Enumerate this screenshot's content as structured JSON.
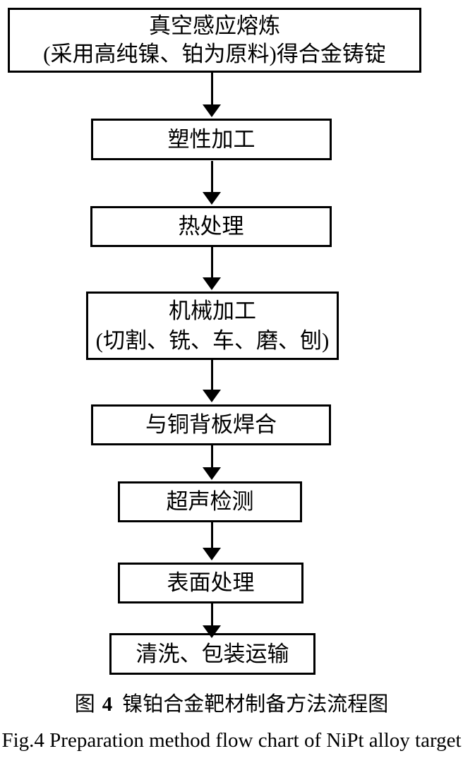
{
  "flowchart": {
    "steps": [
      {
        "lines": [
          "真空感应熔炼",
          "(采用高纯镍、铂为原料)得合金铸锭"
        ]
      },
      {
        "lines": [
          "塑性加工"
        ]
      },
      {
        "lines": [
          "热处理"
        ]
      },
      {
        "lines": [
          "机械加工",
          "(切割、铣、车、磨、刨)"
        ]
      },
      {
        "lines": [
          "与铜背板焊合"
        ]
      },
      {
        "lines": [
          "超声检测"
        ]
      },
      {
        "lines": [
          "表面处理"
        ]
      },
      {
        "lines": [
          "清洗、包装运输"
        ]
      }
    ]
  },
  "caption": {
    "zh_label": "图",
    "zh_number": "4",
    "zh_title": "镍铂合金靶材制备方法流程图",
    "en": "Fig.4 Preparation method flow chart of NiPt alloy target"
  },
  "colors": {
    "line": "#000000",
    "text": "#000000",
    "background": "#ffffff"
  }
}
